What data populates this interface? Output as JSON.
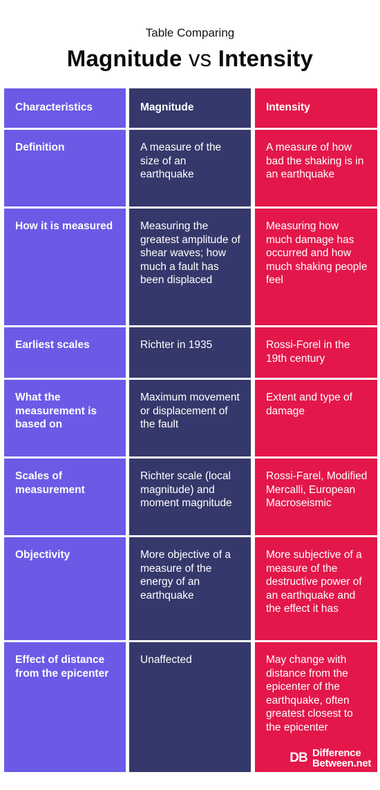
{
  "header": {
    "subtitle": "Table Comparing",
    "title_left": "Magnitude",
    "title_vs": "vs",
    "title_right": "Intensity"
  },
  "table": {
    "columns": [
      "Characteristics",
      "Magnitude",
      "Intensity"
    ],
    "rows": [
      {
        "characteristic": "Definition",
        "magnitude": "A measure of the size of an earthquake",
        "intensity": "A measure of how bad the shaking is in an earthquake"
      },
      {
        "characteristic": "How it is measured",
        "magnitude": "Measuring the greatest amplitude of shear waves; how much a fault has been displaced",
        "intensity": "Measuring how much damage has occurred and how much shaking people feel"
      },
      {
        "characteristic": "Earliest scales",
        "magnitude": "Richter in 1935",
        "intensity": "Rossi-Forel in the 19th century"
      },
      {
        "characteristic": "What the measurement is based on",
        "magnitude": "Maximum movement or displacement of the fault",
        "intensity": "Extent and type of damage"
      },
      {
        "characteristic": "Scales of measurement",
        "magnitude": "Richter scale (local magnitude) and moment magnitude",
        "intensity": "Rossi-Farel, Modified Mercalli, European Macroseismic"
      },
      {
        "characteristic": "Objectivity",
        "magnitude": "More objective of a measure of the energy of an earthquake",
        "intensity": "More subjective of a measure of the destructive power of an earthquake and the effect it has"
      },
      {
        "characteristic": "Effect of distance from the epicenter",
        "magnitude": "Unaffected",
        "intensity": "May change with distance from the epicenter of the earthquake, often greatest closest to the epicenter"
      }
    ]
  },
  "logo": {
    "mark": "DB",
    "line1": "Difference",
    "line2": "Between.net"
  },
  "colors": {
    "characteristics": "#6b5ae6",
    "magnitude": "#35386a",
    "intensity": "#e3174a"
  }
}
